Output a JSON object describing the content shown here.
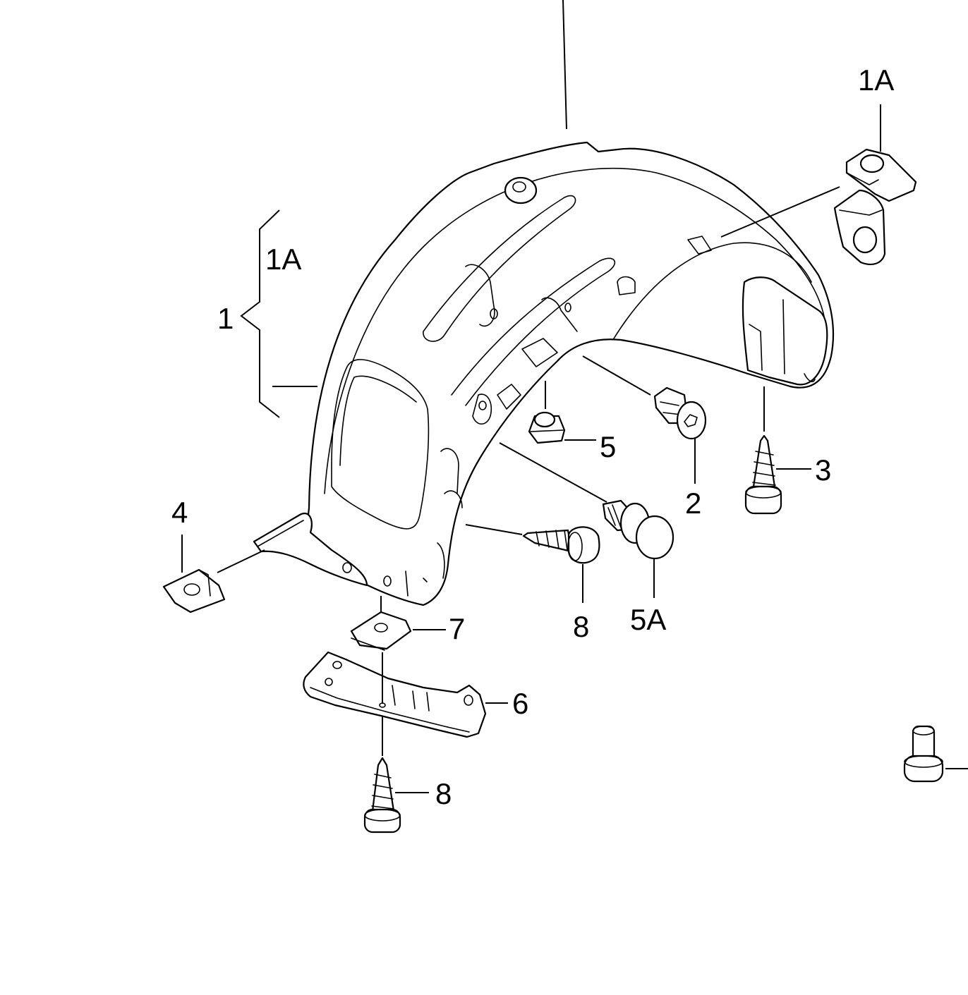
{
  "labels": {
    "l1": "1",
    "l1a_left": "1A",
    "l1a_right": "1A",
    "l2": "2",
    "l3": "3",
    "l4": "4",
    "l5": "5",
    "l5a": "5A",
    "l6": "6",
    "l7": "7",
    "l8_middle": "8",
    "l8_bottom": "8"
  }
}
